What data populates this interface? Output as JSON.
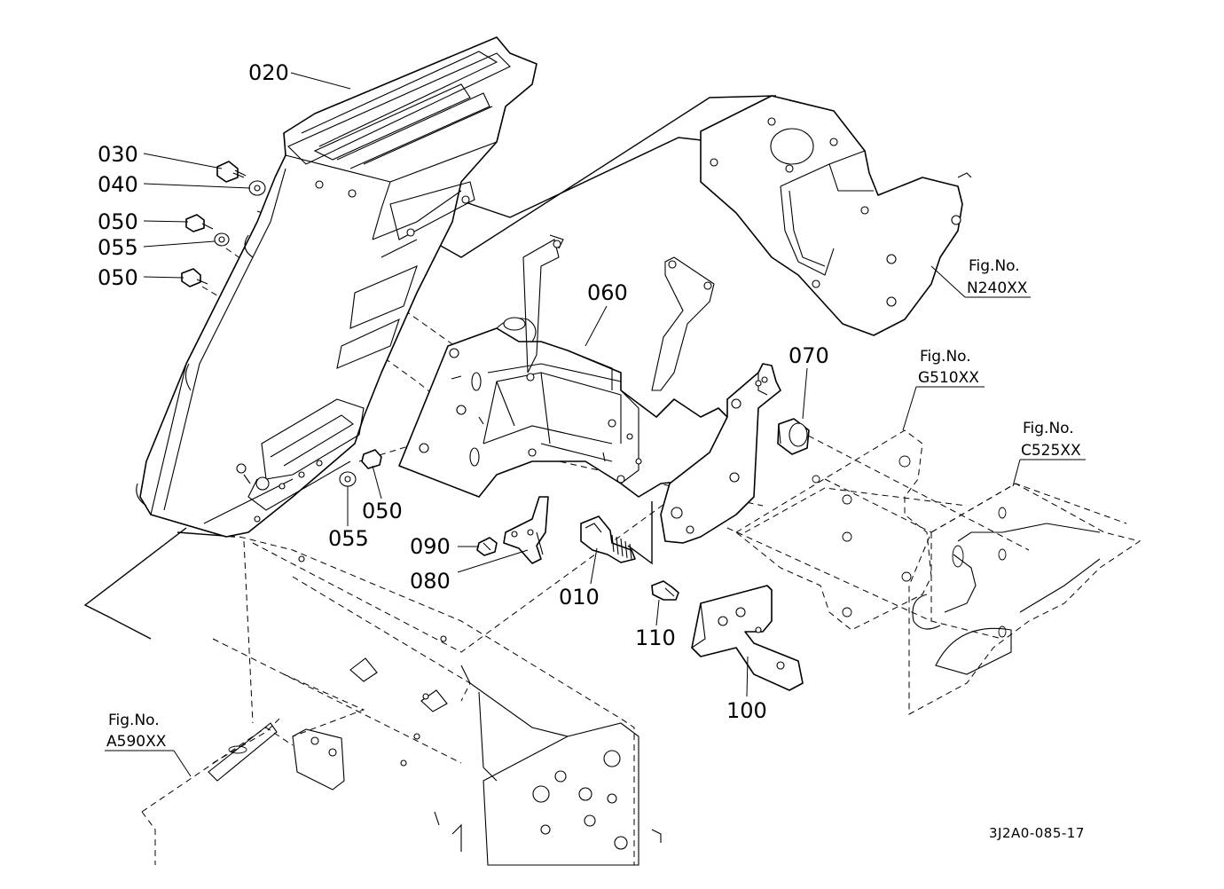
{
  "callouts": {
    "p010": "010",
    "p020": "020",
    "p030": "030",
    "p040": "040",
    "p050a": "050",
    "p055a": "055",
    "p050b": "050",
    "p050c": "050",
    "p055b": "055",
    "p060": "060",
    "p070": "070",
    "p080": "080",
    "p090": "090",
    "p100": "100",
    "p110": "110"
  },
  "figure_refs": {
    "n240": {
      "label": "Fig.No.",
      "code": "N240XX"
    },
    "g510": {
      "label": "Fig.No.",
      "code": "G510XX"
    },
    "c525": {
      "label": "Fig.No.",
      "code": "C525XX"
    },
    "a590": {
      "label": "Fig.No.",
      "code": "A590XX"
    }
  },
  "document_id": "3J2A0-085-17"
}
